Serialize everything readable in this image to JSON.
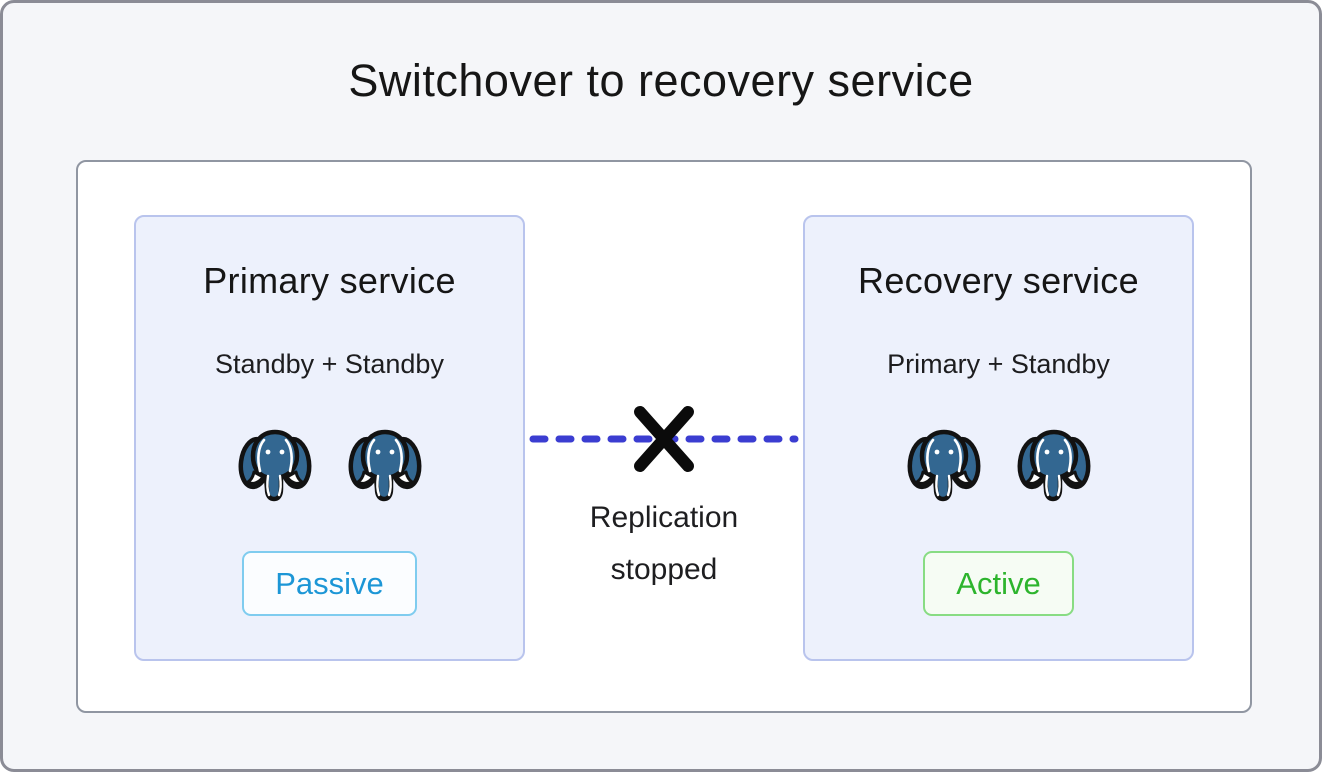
{
  "title": "Switchover to recovery service",
  "cards": [
    {
      "id": "primary",
      "title": "Primary service",
      "subtitle": "Standby + Standby",
      "status": "Passive",
      "status_kind": "passive",
      "icons": [
        "postgresql-elephant-icon",
        "postgresql-elephant-icon"
      ]
    },
    {
      "id": "recovery",
      "title": "Recovery service",
      "subtitle": "Primary + Standby",
      "status": "Active",
      "status_kind": "active",
      "icons": [
        "postgresql-elephant-icon",
        "postgresql-elephant-icon"
      ]
    }
  ],
  "connector": {
    "label": "Replication stopped",
    "line_style": "dashed",
    "icon": "x-cross-icon"
  },
  "colors": {
    "canvas_bg": "#f5f6f9",
    "canvas_border": "#8b8c96",
    "container_border": "#9096a2",
    "card_bg": "#edf1fc",
    "card_border": "#b9c4ed",
    "dash_line": "#3b3dd1",
    "x_mark": "#0b0b0b",
    "text_dark": "#161616",
    "passive_text": "#1c96d6",
    "passive_border": "#7fccef",
    "passive_bg": "#fbfdff",
    "active_text": "#2db42d",
    "active_border": "#88dc83",
    "active_bg": "#f6fcf4",
    "elephant_blue": "#336791"
  }
}
